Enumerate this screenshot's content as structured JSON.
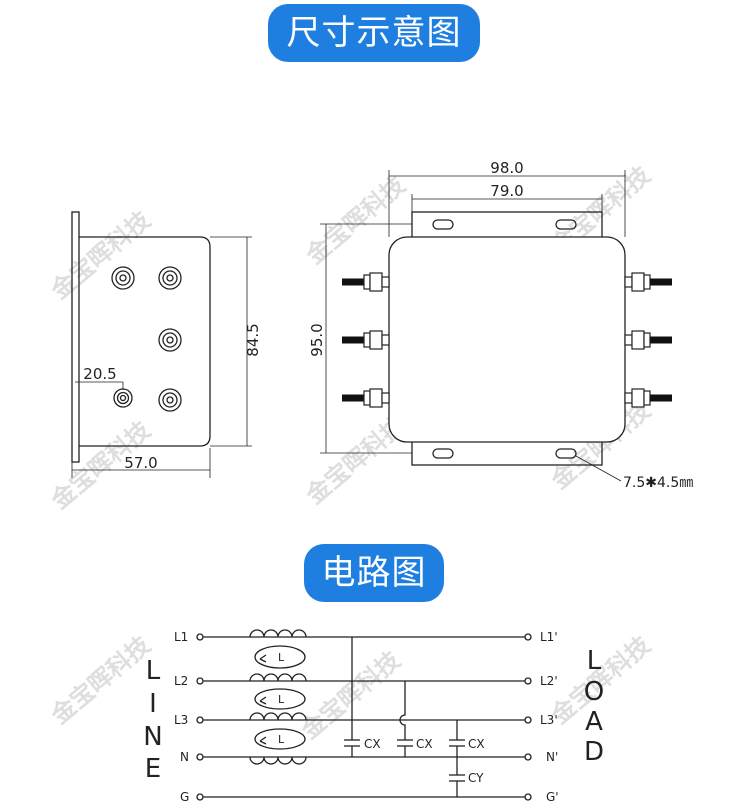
{
  "headings": {
    "dimensions": "尺寸示意图",
    "circuit": "电路图"
  },
  "watermark": "金宝晖科技",
  "dimensions": {
    "side_width": "57.0",
    "side_height": "84.5",
    "terminal_offset": "20.5",
    "front_width_overall": "98.0",
    "front_width_mount": "79.0",
    "front_height": "95.0",
    "slot_size": "7.5✱4.5㎜"
  },
  "circuit": {
    "line_word": [
      "L",
      "I",
      "N",
      "E"
    ],
    "load_word": [
      "L",
      "O",
      "A",
      "D"
    ],
    "left_labels": [
      "L1",
      "L2",
      "L3",
      "N",
      "G"
    ],
    "right_labels": [
      "L1'",
      "L2'",
      "L3'",
      "N'",
      "G'"
    ],
    "inductor_label": "L",
    "cx_label": "CX",
    "cy_label": "CY"
  }
}
